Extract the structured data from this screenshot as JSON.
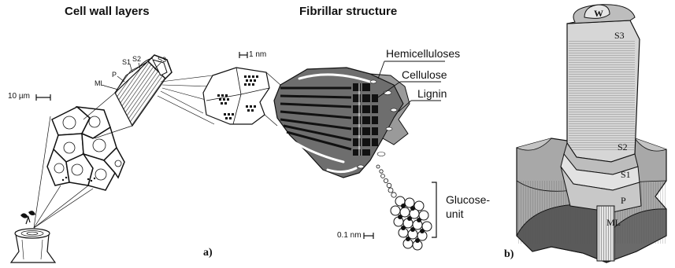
{
  "headings": {
    "cell_wall_layers": "Cell wall layers",
    "fibrillar_structure": "Fibrillar structure"
  },
  "layers": {
    "ml": "ML",
    "p": "P",
    "s1": "S1",
    "s2": "S2",
    "s3": "S3"
  },
  "scale_bars": {
    "micro": "10 µm",
    "nano": "1 nm",
    "sub_nano": "0.1 nm"
  },
  "components": {
    "hemicelluloses": "Hemicelluloses",
    "cellulose": "Cellulose",
    "lignin": "Lignin",
    "glucose_line1": "Glucose-",
    "glucose_line2": "unit"
  },
  "panel_labels": {
    "a": "a)",
    "b": "b)"
  },
  "block_labels": {
    "w": "W",
    "s3": "S3",
    "s2": "S2",
    "s1": "S1",
    "p": "P",
    "ml": "ML"
  },
  "colors": {
    "ink": "#111111",
    "cellulose_dark": "#1a1a1a",
    "lignin_gray": "#707070",
    "block_light": "#d6d6d6",
    "block_mid": "#a8a8a8",
    "block_dark": "#5a5a5a"
  }
}
